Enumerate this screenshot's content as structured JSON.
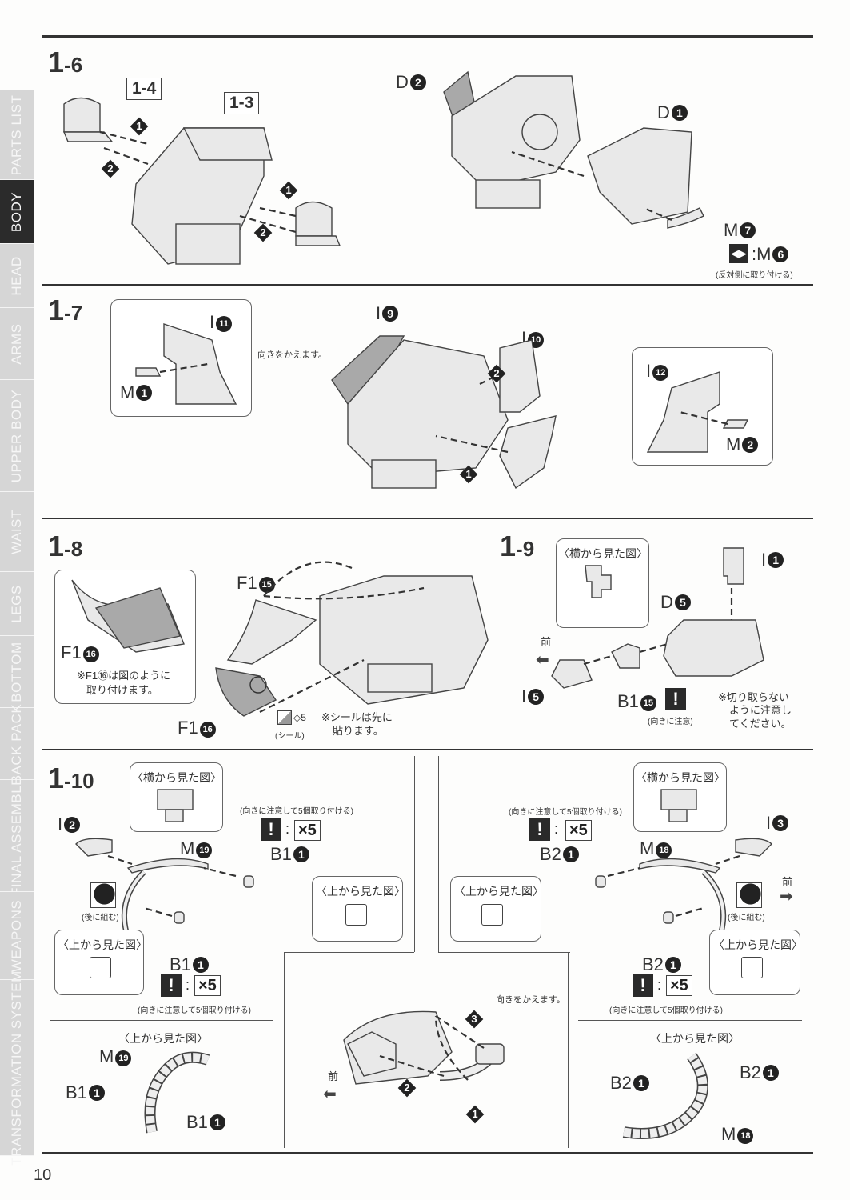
{
  "side_tabs": [
    {
      "label": "PARTS LIST",
      "active": false
    },
    {
      "label": "BODY",
      "active": true
    },
    {
      "label": "HEAD",
      "active": false
    },
    {
      "label": "ARMS",
      "active": false
    },
    {
      "label": "UPPER BODY",
      "active": false
    },
    {
      "label": "WAIST",
      "active": false
    },
    {
      "label": "LEGS",
      "active": false
    },
    {
      "label": "BOTTOM",
      "active": false
    },
    {
      "label": "BACK PACK",
      "active": false
    },
    {
      "label": "FINAL ASSEMBLE",
      "active": false
    },
    {
      "label": "WEAPONS",
      "active": false
    },
    {
      "label": "TRANSFORMATION SYSTEM",
      "active": false
    }
  ],
  "page_number": "10",
  "steps": {
    "s16": {
      "title_main": "1",
      "title_sub": "-6",
      "refs": [
        "1-4",
        "1-3"
      ],
      "order_marks": [
        "1",
        "2",
        "1",
        "2"
      ],
      "parts": {
        "d2": {
          "letter": "D",
          "num": "2"
        },
        "d1": {
          "letter": "D",
          "num": "1"
        },
        "m7": {
          "letter": "M",
          "num": "7"
        },
        "m6": {
          "letter": "M",
          "num": "6"
        }
      },
      "mirror_note": "(反対側に取り付ける)"
    },
    "s17": {
      "title_main": "1",
      "title_sub": "-7",
      "parts": {
        "i11": {
          "letter": "I",
          "num": "11"
        },
        "m1": {
          "letter": "M",
          "num": "1"
        },
        "i9": {
          "letter": "I",
          "num": "9"
        },
        "i10": {
          "letter": "I",
          "num": "10"
        },
        "i12": {
          "letter": "I",
          "num": "12"
        },
        "m2": {
          "letter": "M",
          "num": "2"
        }
      },
      "order_marks": [
        "2",
        "1"
      ],
      "turn_note": "向きをかえます。"
    },
    "s18": {
      "title_main": "1",
      "title_sub": "-8",
      "parts": {
        "f1_15": {
          "letter": "F1",
          "num": "15"
        },
        "f1_16": {
          "letter": "F1",
          "num": "16"
        },
        "f1_16b": {
          "letter": "F1",
          "num": "16"
        }
      },
      "inset_note_1": "※F1⑯は図のように",
      "inset_note_2": "取り付けます。",
      "sticker_num": "5",
      "sticker_label": "(シール)",
      "sticker_note_1": "※シールは先に",
      "sticker_note_2": "貼ります。"
    },
    "s19": {
      "title_main": "1",
      "title_sub": "-9",
      "side_view": "〈横から見た図〉",
      "front": "前",
      "parts": {
        "i1": {
          "letter": "I",
          "num": "1"
        },
        "d5": {
          "letter": "D",
          "num": "5"
        },
        "i5": {
          "letter": "I",
          "num": "5"
        },
        "b1_15": {
          "letter": "B1",
          "num": "15"
        }
      },
      "warn_symbol": "!",
      "orientation_note": "(向きに注意)",
      "cut_note_1": "※切り取らない",
      "cut_note_2": "ように注意し",
      "cut_note_3": "てください。"
    },
    "s110": {
      "title_main": "1",
      "title_sub": "-10",
      "side_view": "〈横から見た図〉",
      "top_view": "〈上から見た図〉",
      "later": "(後に組む)",
      "attach5": "(向きに注意して5個取り付ける)",
      "times": "×5",
      "warn_symbol": "!",
      "front": "前",
      "turn_note": "向きをかえます。",
      "order_marks": [
        "3",
        "2",
        "1"
      ],
      "parts": {
        "i2": {
          "letter": "I",
          "num": "2"
        },
        "m19": {
          "letter": "M",
          "num": "19"
        },
        "b1": {
          "letter": "B1",
          "num": "1"
        },
        "i3": {
          "letter": "I",
          "num": "3"
        },
        "m18": {
          "letter": "M",
          "num": "18"
        },
        "b2": {
          "letter": "B2",
          "num": "1"
        }
      }
    }
  }
}
